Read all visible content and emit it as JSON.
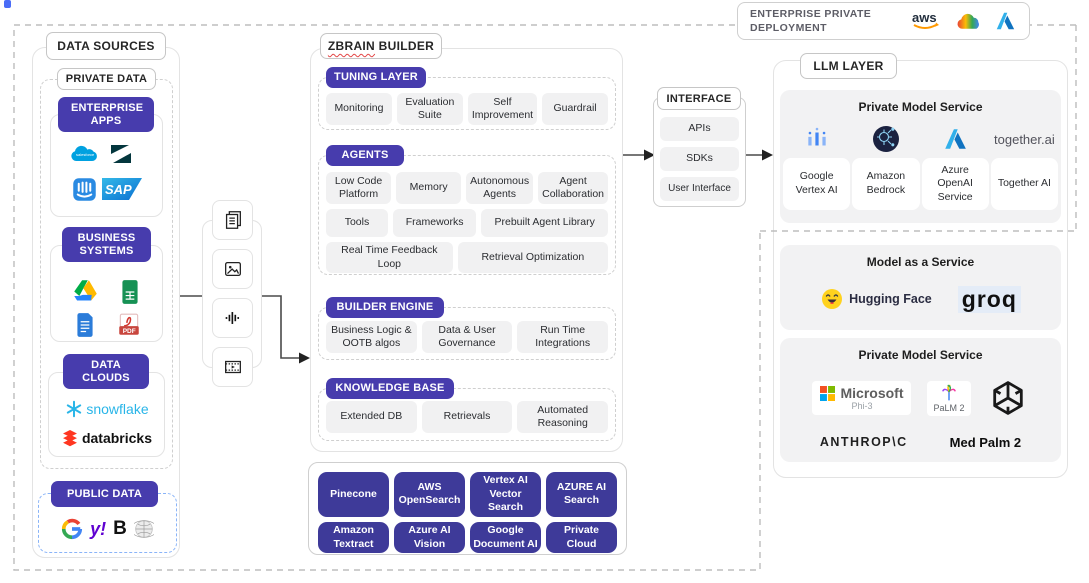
{
  "deployment": {
    "title": "ENTERPRISE PRIVATE DEPLOYMENT",
    "providers": [
      "AWS",
      "Google Cloud",
      "Microsoft Azure"
    ]
  },
  "data_sources": {
    "title": "DATA SOURCES",
    "private_data": {
      "title": "PRIVATE DATA",
      "enterprise_apps": {
        "label": "ENTERPRISE APPS",
        "apps": [
          "Salesforce",
          "Zendesk",
          "Intercom",
          "SAP"
        ]
      },
      "business_systems": {
        "label": "BUSINESS SYSTEMS",
        "apps": [
          "Google Drive",
          "Google Sheets",
          "Google Docs",
          "PDF"
        ]
      },
      "data_clouds": {
        "label": "DATA CLOUDS",
        "snowflake_text": "snowflake",
        "databricks_text": "databricks"
      }
    },
    "public_data": {
      "title": "PUBLIC DATA",
      "apps": [
        "Google",
        "Yahoo",
        "Bing",
        "Wikipedia"
      ]
    }
  },
  "modalities": {
    "items": [
      "document",
      "image",
      "audio",
      "video"
    ]
  },
  "builder": {
    "title_word1": "ZBRAIN",
    "title_word2": " BUILDER",
    "tuning": {
      "label": "TUNING LAYER",
      "items": [
        "Monitoring",
        "Evaluation Suite",
        "Self Improvement",
        "Guardrail"
      ]
    },
    "agents": {
      "label": "AGENTS",
      "row1": [
        "Low Code Platform",
        "Memory",
        "Autonomous Agents",
        "Agent Collaboration"
      ],
      "row2": [
        "Tools",
        "Frameworks",
        "Prebuilt Agent Library"
      ],
      "row3": [
        "Real Time Feedback Loop",
        "Retrieval Optimization"
      ]
    },
    "engine": {
      "label": "BUILDER ENGINE",
      "items": [
        "Business Logic & OOTB algos",
        "Data & User Governance",
        "Run Time Integrations"
      ]
    },
    "knowledge": {
      "label": "KNOWLEDGE BASE",
      "items": [
        "Extended DB",
        "Retrievals",
        "Automated Reasoning"
      ]
    },
    "services": {
      "row1": [
        "Pinecone",
        "AWS OpenSearch",
        "Vertex AI Vector Search",
        "AZURE AI Search"
      ],
      "row2": [
        "Amazon Textract",
        "Azure AI Vision",
        "Google Document AI",
        "Private Cloud"
      ]
    }
  },
  "interface": {
    "title": "INTERFACE",
    "items": [
      "APIs",
      "SDKs",
      "User Interface"
    ]
  },
  "llm": {
    "title": "LLM LAYER",
    "private1": {
      "title": "Private Model Service",
      "together_logo": "together.ai",
      "providers": [
        "Google Vertex AI",
        "Amazon Bedrock",
        "Azure OpenAI Service",
        "Together AI"
      ]
    },
    "maas": {
      "title": "Model as a Service",
      "huggingface": "Hugging Face",
      "groq": "groq"
    },
    "private2": {
      "title": "Private Model Service",
      "microsoft": "Microsoft",
      "phi": "Phi-3",
      "palm": "PaLM 2",
      "anthropic": "ANTHROP\\C",
      "medpalm": "Med Palm 2"
    }
  },
  "colors": {
    "pill": "#473CAD",
    "button": "#3E3A99",
    "dash": "#c0c0c0",
    "snowflake": "#29b5e8",
    "databricks": "#ff3621",
    "yahoo": "#5f01d1",
    "salesforce": "#00a1e0"
  }
}
